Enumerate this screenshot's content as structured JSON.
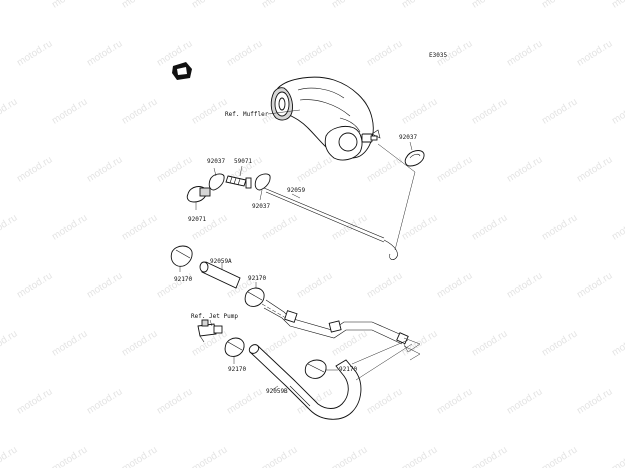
{
  "diagram": {
    "code": "E3035",
    "watermark": "motod.ru",
    "icon": "front-arrow-icon",
    "labels": {
      "ref_muffler": "Ref. Muffler",
      "p92037_right": "92037",
      "p92037_left": "92037",
      "p59071": "59071",
      "p92059": "92059",
      "p92037_mid": "92037",
      "p92071": "92071",
      "p92059a": "92059A",
      "p92170_left": "92170",
      "p92170_mid": "92170",
      "ref_jet_pump": "Ref. Jet Pump",
      "p92170_low": "92170",
      "p92170_right": "92170",
      "p92059b": "92059B"
    }
  }
}
